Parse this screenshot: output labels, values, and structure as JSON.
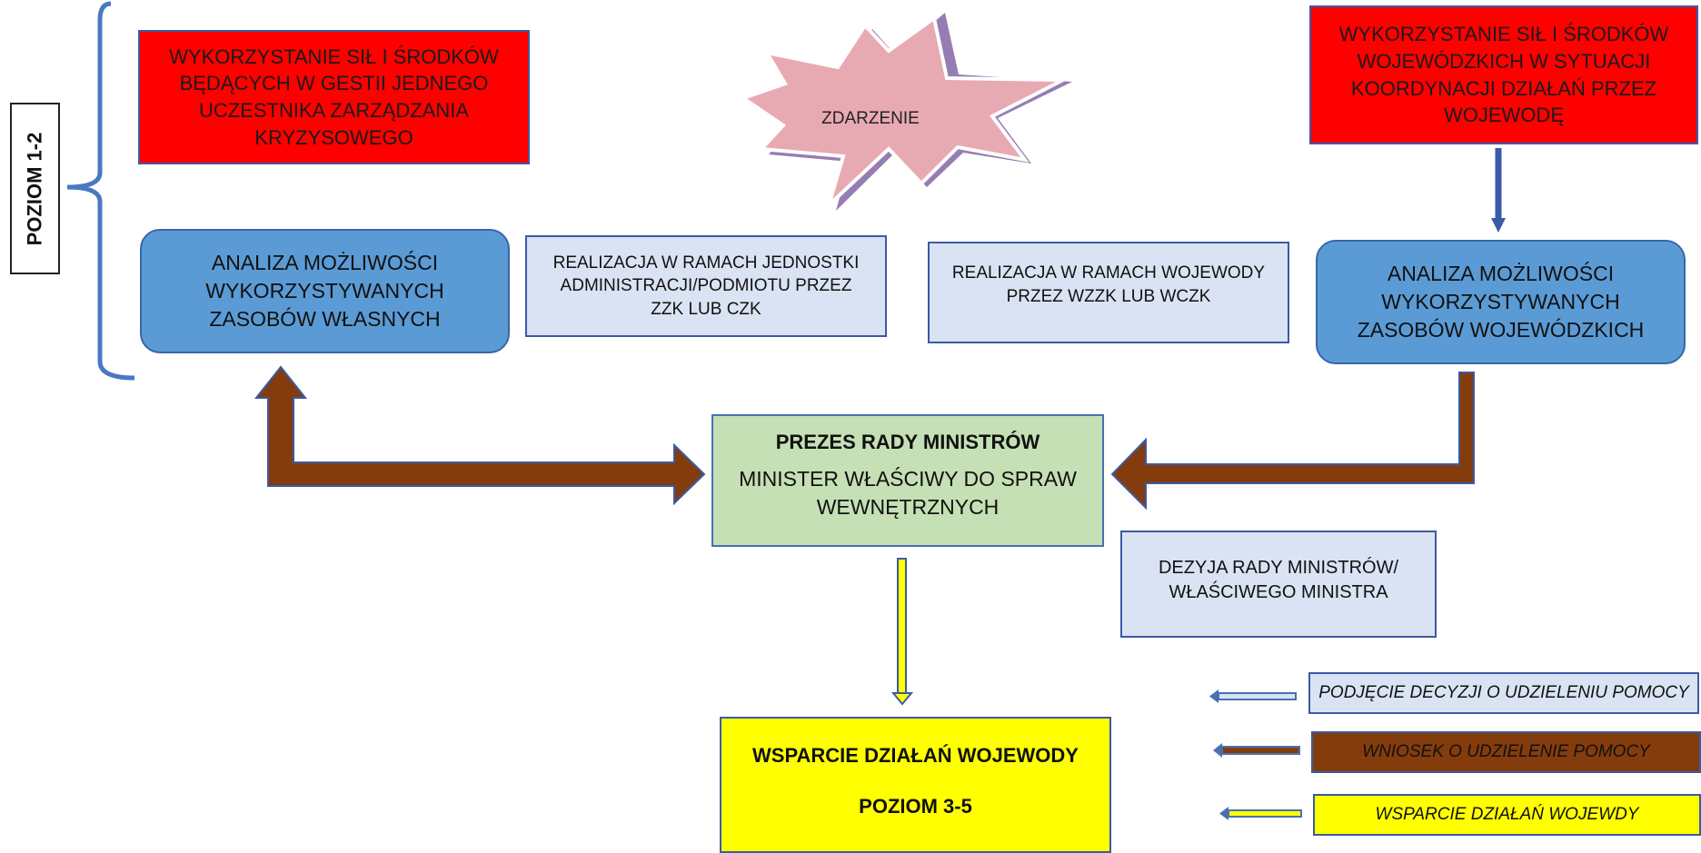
{
  "level_label": "POZIOM 1-2",
  "event_label": "ZDARZENIE",
  "top_left_red": [
    "WYKORZYSTANIE SIŁ I ŚRODKÓW",
    "BĘDĄCYCH W GESTII JEDNEGO",
    "UCZESTNIKA ZARZĄDZANIA",
    "KRYZYSOWEGO"
  ],
  "top_right_red": [
    "WYKORZYSTANIE SIŁ I ŚRODKÓW",
    "WOJEWÓDZKICH W SYTUACJI",
    "KOORDYNACJI DZIAŁAŃ PRZEZ",
    "WOJEWODĘ"
  ],
  "analysis_left": [
    "ANALIZA MOŻLIWOŚCI",
    "WYKORZYSTYWANYCH",
    "ZASOBÓW WŁASNYCH"
  ],
  "analysis_right": [
    "ANALIZA MOŻLIWOŚCI",
    "WYKORZYSTYWANYCH",
    "ZASOBÓW WOJEWÓDZKICH"
  ],
  "realization_unit": [
    "REALIZACJA W RAMACH JEDNOSTKI",
    "ADMINISTRACJI/PODMIOTU PRZEZ",
    "ZZK LUB CZK"
  ],
  "realization_voivode": [
    "REALIZACJA W RAMACH WOJEWODY",
    "PRZEZ WZZK LUB WCZK"
  ],
  "center": {
    "title": "PREZES RADY MINISTRÓW",
    "subtitle": [
      "MINISTER WŁAŚCIWY DO SPRAW",
      "WEWNĘTRZNYCH"
    ]
  },
  "decision": [
    "DEZYJA RADY MINISTRÓW/",
    "WŁAŚCIWEGO MINISTRA"
  ],
  "support": {
    "title": "WSPARCIE DZIAŁAŃ WOJEWODY",
    "level": "POZIOM 3-5"
  },
  "legend": [
    {
      "label": "PODJĘCIE DECYZJI O UDZIELENIU POMOCY",
      "color": "#dae3f3",
      "arrow_color": "#4a6fb3"
    },
    {
      "label": "WNIOSEK O UDZIELENIE POMOCY",
      "color": "#843c0c",
      "arrow_color": "#843c0c"
    },
    {
      "label": "WSPARCIE DZIAŁAŃ WOJEWDY",
      "color": "#ffff00",
      "arrow_color": "#e8e84a"
    }
  ],
  "colors": {
    "red_box": "#ff0000",
    "blue_box": "#5b9bd5",
    "light_box": "#dae3f3",
    "green_box": "#c5e0b4",
    "yellow_box": "#ffff00",
    "brown_arrow": "#843c0c",
    "border_blue": "#3b5aa6"
  }
}
